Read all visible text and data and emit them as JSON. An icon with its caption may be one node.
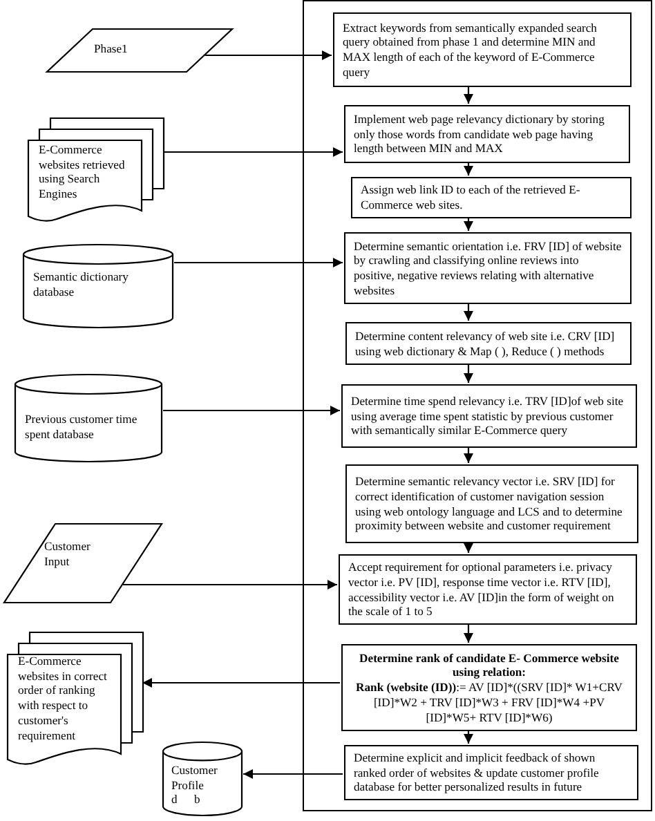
{
  "diagram": {
    "nodes": [
      {
        "text": [],
        "shape": "box"
      },
      {
        "text": [
          "Phase1"
        ]
      },
      {
        "text": [
          "E-Commerce websites retrieved using Search Engines"
        ]
      },
      {
        "text": [
          "Semantic dictionary database"
        ]
      },
      {
        "text": [
          "Previous customer time spent database"
        ]
      },
      {
        "text": [
          "Customer Input"
        ]
      },
      {
        "text": [
          "E-Commerce websites in correct order of ranking with respect to customer's requirement"
        ]
      },
      {
        "text": [
          "Customer Profile",
          "d b"
        ]
      },
      {
        "text": [
          "Extract keywords from semantically expanded search query obtained from phase 1 and determine MIN and MAX length of each of the keyword of E-Commerce query"
        ],
        "in": 0
      },
      {
        "text": [
          "Implement web page relevancy dictionary by storing only those words from candidate web page having length between MIN and MAX"
        ],
        "in": 0
      },
      {
        "text": [
          "Assign web link ID to each of the retrieved E-Commerce web sites."
        ],
        "in": 0
      },
      {
        "text": [
          "Determine semantic orientation i.e. FRV [ID] of website by crawling and classifying online reviews into positive, negative reviews relating with alternative websites"
        ],
        "in": 0
      },
      {
        "text": [
          "Determine content relevancy of web site i.e. CRV [ID] using web dictionary & Map ( ), Reduce ( ) methods"
        ],
        "in": 0
      },
      {
        "text": [
          "Determine time spend relevancy i.e. TRV [ID]of web site using average time spent statistic by previous customer with semantically similar E-Commerce query"
        ],
        "in": 0
      },
      {
        "text": [
          "Determine semantic relevancy vector i.e. SRV [ID] for correct identification of customer navigation session using web ontology language and LCS and to determine proximity between website and customer requirement"
        ],
        "in": 0
      },
      {
        "text": [
          "Accept requirement for optional parameters i.e. privacy vector i.e. PV [ID], response time vector i.e. RTV [ID], accessibility vector i.e. AV [ID]in the form of weight on the scale of 1 to 5"
        ],
        "in": 0
      },
      {
        "text": [
          "Determine rank of candidate E- Commerce website using relation:",
          "Rank (website (ID))",
          ":= AV [ID]*((SRV [ID]* W1+CRV [ID]*W2 + TRV [ID]*W3 + FRV [ID]*W4 +PV [ID]*W5+ RTV [ID]*W6)"
        ],
        "in": 0
      },
      {
        "text": [
          "Determine explicit and implicit feedback of shown ranked order of websites & update customer profile database for better personalized results in future"
        ],
        "in": 0
      }
    ],
    "edges": [
      {
        "from": 1,
        "to": 8,
        "arrow": "to"
      },
      {
        "from": 2,
        "to": 9,
        "arrow": "to"
      },
      {
        "from": 3,
        "to": 11,
        "arrow": "to"
      },
      {
        "from": 4,
        "to": 13,
        "arrow": "to"
      },
      {
        "from": 5,
        "to": 15,
        "arrow": "to"
      },
      {
        "from": 16,
        "to": 6,
        "arrow": "to"
      },
      {
        "from": 17,
        "to": 7,
        "arrow": "to"
      },
      {
        "from": 8,
        "to": 9,
        "arrow": "to"
      },
      {
        "from": 9,
        "to": 10,
        "arrow": "to"
      },
      {
        "from": 10,
        "to": 11,
        "arrow": "to"
      },
      {
        "from": 11,
        "to": 12,
        "arrow": "to"
      },
      {
        "from": 12,
        "to": 13,
        "arrow": "to"
      },
      {
        "from": 13,
        "to": 14,
        "arrow": "to"
      },
      {
        "from": 14,
        "to": 15,
        "arrow": "to"
      },
      {
        "from": 15,
        "to": 16,
        "arrow": "to"
      },
      {
        "from": 16,
        "to": 17,
        "arrow": "to"
      }
    ]
  }
}
